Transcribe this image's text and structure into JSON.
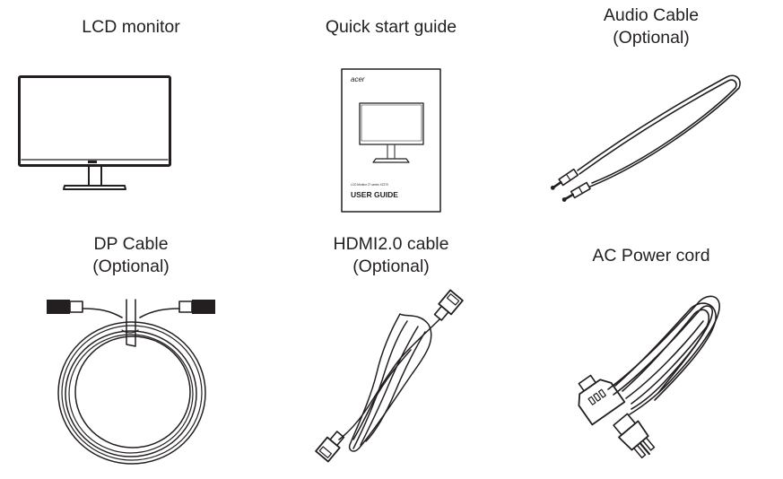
{
  "items": [
    {
      "name": "LCD monitor",
      "note": ""
    },
    {
      "name": "Quick start guide",
      "note": ""
    },
    {
      "name": "Audio Cable",
      "note": "(Optional)"
    },
    {
      "name": "DP Cable",
      "note": "(Optional)"
    },
    {
      "name": "HDMI2.0 cable",
      "note": "(Optional)"
    },
    {
      "name": "AC Power cord",
      "note": ""
    }
  ],
  "guide": {
    "brand": "acer",
    "subtitle": "LCD Monitor  27 series  XZ270",
    "title": "USER GUIDE"
  }
}
